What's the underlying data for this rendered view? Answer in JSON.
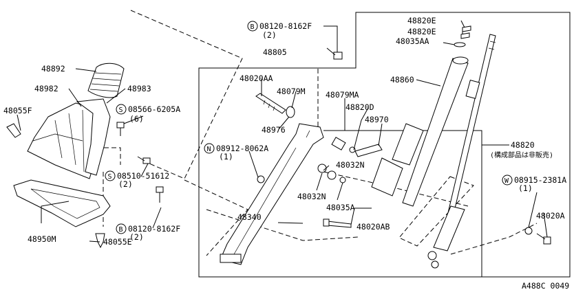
{
  "labels": {
    "p48892": "48892",
    "p48982": "48982",
    "p48983": "48983",
    "p48055f": "48055F",
    "s08566": "08566-6205A",
    "s08566_qty": "(6)",
    "s08510": "08510-51612",
    "s08510_qty": "(2)",
    "b08120_bottom": "08120-8162F",
    "b08120_bottom_qty": "(2)",
    "p48950m": "48950M",
    "p48055e": "48055E",
    "b08120_top": "08120-8162F",
    "b08120_top_qty": "(2)",
    "p48805": "48805",
    "p48020aa": "48020AA",
    "p48079m": "48079M",
    "p48976": "48976",
    "p48079ma": "48079MA",
    "p48820d": "48820D",
    "p48970": "48970",
    "n08912": "08912-8062A",
    "n08912_qty": "(1)",
    "p48032n_a": "48032N",
    "p48032n_b": "48032N",
    "p48035a": "48035A",
    "p48340": "48340",
    "p48020ab": "48020AB",
    "p48820e_1": "48820E",
    "p48820e_2": "48820E",
    "p48035aa": "48035AA",
    "p48860": "48860",
    "p48820": "48820",
    "p48820_note": "(構成部品は非販売)",
    "w08915": "08915-2381A",
    "w08915_qty": "(1)",
    "p48020a": "48020A",
    "code": "A488C 0049"
  },
  "symbols": {
    "s": "S",
    "b": "B",
    "n": "N",
    "w": "W"
  }
}
